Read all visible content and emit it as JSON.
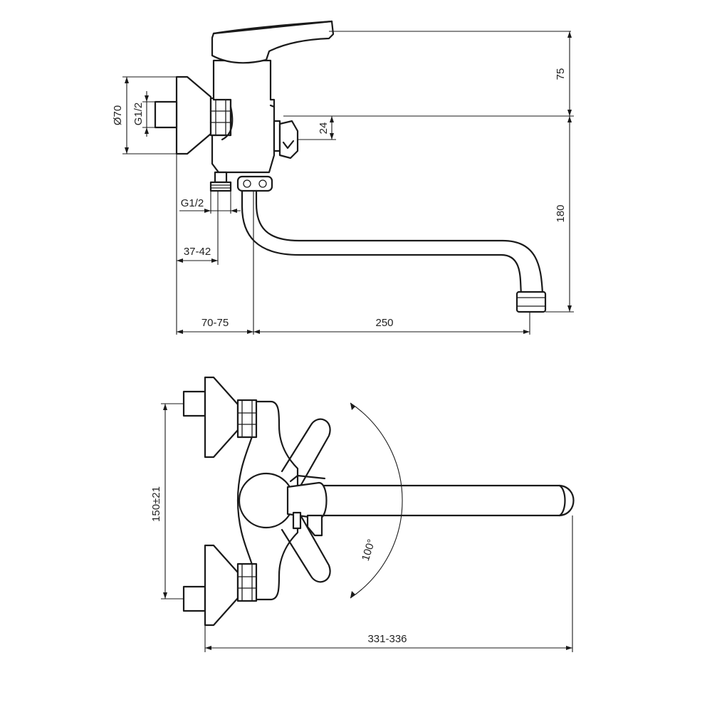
{
  "side_view": {
    "dims": {
      "diameter": "Ø70",
      "thread_top": "G1/2",
      "height_75": "75",
      "offset_24": "24",
      "height_180": "180",
      "thread_bottom": "G1/2",
      "inlet_37_42": "37-42",
      "wall_70_75": "70-75",
      "spout_250": "250"
    }
  },
  "top_view": {
    "dims": {
      "spacing": "150±21",
      "angle": "100°",
      "total_length": "331-336"
    }
  }
}
